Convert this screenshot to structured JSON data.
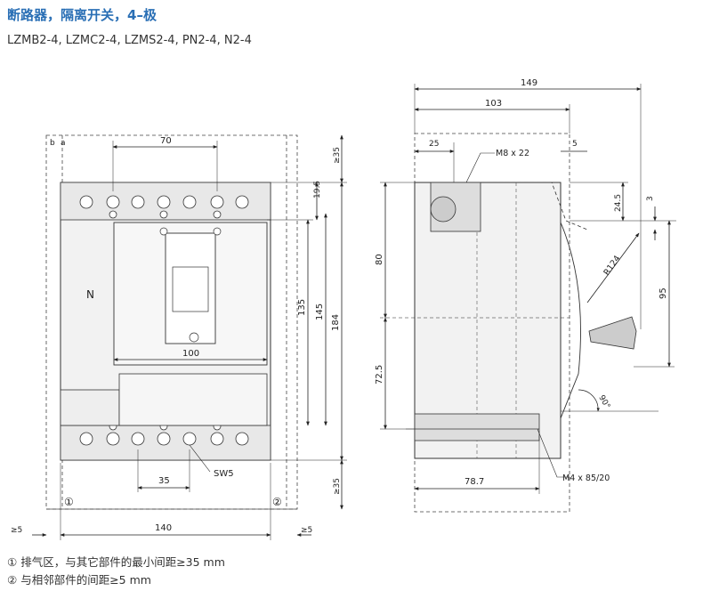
{
  "header": {
    "title": "断路器，隔离开关，4–极",
    "subtitle": "LZMB2-4, LZMC2-4, LZMS2-4, PN2-4, N2-4"
  },
  "front_view": {
    "zone_labels": [
      "b",
      "a"
    ],
    "pole_label": "N",
    "dims": {
      "top_clearance": "≥35",
      "bottom_clearance": "≥35",
      "pole_pitch": "70",
      "terminal_spacing": "35",
      "handle_width": "100",
      "width": "140",
      "side_left": "≥5",
      "side_right": "≥5",
      "top_offset": "19.5",
      "handle_height": "135",
      "inner_height": "145",
      "overall_height": "184"
    },
    "aux_switch": "SW5",
    "markers": [
      "①",
      "②"
    ]
  },
  "side_view": {
    "dims": {
      "depth_total": "149",
      "depth_mid": "103",
      "top_25": "25",
      "top_5": "5",
      "screw_top": "M8 x 22",
      "right_24_5": "24.5",
      "right_3": "3",
      "left_80": "80",
      "left_72_5": "72.5",
      "radius": "R124",
      "right_95": "95",
      "angle": "90°",
      "bottom_78_7": "78.7",
      "screw_bottom": "M4 x 85/20"
    }
  },
  "notes": [
    {
      "marker": "①",
      "text": "排气区，与其它部件的最小间距≥35 mm"
    },
    {
      "marker": "②",
      "text": "与相邻部件的间距≥5 mm"
    }
  ]
}
